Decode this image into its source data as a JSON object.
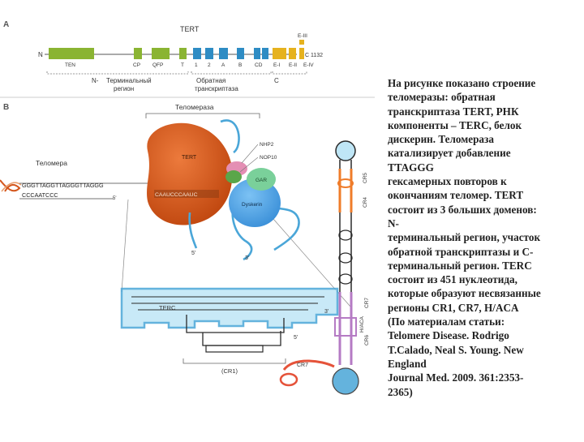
{
  "panel_a": {
    "letter": "A",
    "title": "TERT",
    "n_end": "N",
    "c_end_number": "C 1132",
    "domains": {
      "ten": "TEN",
      "cp": "CP",
      "qfp": "QFP",
      "t": "T",
      "d1": "1",
      "d2": "2",
      "a": "A",
      "b": "B",
      "cd": "CD",
      "e1": "E-I",
      "e2": "E-II",
      "e3": "E-III",
      "e4": "E-IV"
    },
    "regions": {
      "n_prefix": "N-",
      "n_terminal": [
        "Терминальный",
        "регион"
      ],
      "rt": [
        "Обратная",
        "транскриптаза"
      ],
      "c_terminal": "C"
    }
  },
  "panel_b": {
    "letter": "B",
    "telomerase": "Теломераза",
    "telomere": "Теломера",
    "tert": "TERT",
    "nhp2": "NHP2",
    "nop10": "NOP10",
    "gar": "GAR",
    "dyskerin": "Dyskerin",
    "terc": "TERC",
    "strand_top": "GGGTTAGGTTAGGGTTAGGG",
    "strand_bottom": "CCCAATCCC",
    "template_seq": "CAAUCCCAAUC",
    "five_prime": "5'",
    "three_prime": "3'",
    "cr1": "(CR1)",
    "cr4": "CR4",
    "cr5": "CR5",
    "cr6": "CR6",
    "cr7": "CR7",
    "haca": "H/ACA",
    "bracket_cr4": "[",
    "bracket_cr5": "]",
    "bracket_cr6": "[",
    "bracket_cr7": "]"
  },
  "caption_lines": [
    "На рисунке показано строение",
    "теломеразы: обратная",
    "транскриптаза TERT, РНК",
    "компоненты – TERC, белок",
    "дискерин. Теломераза",
    "катализирует добавление",
    "TTAGGG",
    "гексамерных повторов к",
    "окончаниям теломер. TERT",
    "состоит из 3 больших доменов:",
    "N-",
    "терминальный регион, участок",
    "обратной транскриптазы и C-",
    "терминальный регион. TERC",
    "состоит из 451 нуклеотида,",
    "которые образуют несвязанные",
    "регионы CR1, CR7, H/ACA",
    "(По материалам статьи:",
    "Telomere Disease. Rodrigo",
    "T.Calado, Neal S. Young. New",
    "England",
    "Journal Med. 2009. 361:2353-",
    "2365)"
  ],
  "colors": {
    "tert_orange": "#d4561c",
    "ten_green": "#8ab432",
    "rt_blue": "#2e8cc4",
    "c_yellow": "#e6b21e",
    "dyskerin_blue": "#4aa0e8",
    "gar_green": "#6cc28a",
    "nhp2_pink": "#e48fb4",
    "terc_outline": "#2a2a2a",
    "terc_fill": "#bfe6f6",
    "cr4_orange": "#ef7c2a",
    "cr7_red": "#e5533a",
    "haca_purple": "#b57bc4",
    "loop_blue": "#4aa6d8"
  }
}
